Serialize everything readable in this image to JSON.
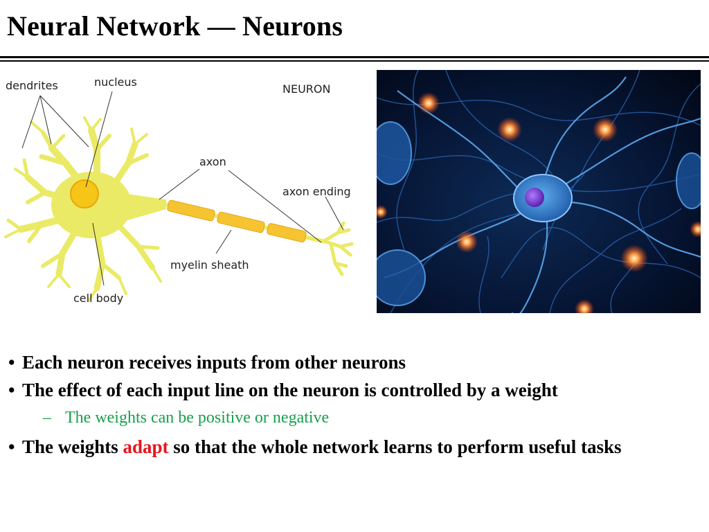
{
  "slide": {
    "title": "Neural Network — Neurons"
  },
  "diagram": {
    "labels": {
      "dendrites": "dendrites",
      "nucleus": "nucleus",
      "neuron": "NEURON",
      "axon": "axon",
      "axon_ending": "axon ending",
      "myelin_sheath": "myelin sheath",
      "cell_body": "cell body"
    },
    "colors": {
      "cell": "#eaea66",
      "nucleus": "#f5c518",
      "myelin": "#f7c431"
    }
  },
  "photo": {
    "subject": "neuron-network-photo",
    "colors": {
      "background": "#020816",
      "fibers": "#3a86d6",
      "nucleus": "#7a3bd0",
      "sparks": "#ff6a1a"
    }
  },
  "bullets": {
    "marker": "•",
    "sub_marker": "–",
    "b1": "Each neuron receives inputs from other neurons",
    "b2": "The effect of each input line on the neuron is controlled by a weight",
    "b2_sub": "The weights can be positive or negative",
    "b3_pre": "The weights ",
    "b3_highlight": "adapt",
    "b3_post": " so that the whole network learns to perform useful tasks"
  }
}
